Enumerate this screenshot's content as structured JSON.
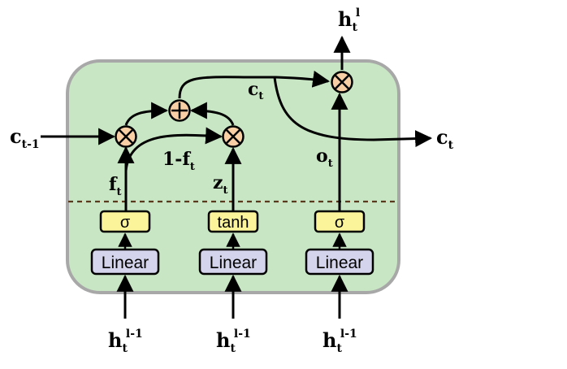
{
  "diagram": {
    "colors": {
      "cell_fill": "#c8e6c4",
      "cell_border": "#a8a8a8",
      "activation_fill": "#fbf49a",
      "linear_fill": "#d4d4ec",
      "operator_fill": "#f9cfa6",
      "line": "#000000",
      "dashed_divider": "#5a3a1e"
    },
    "blocks": {
      "linear_1": "Linear",
      "linear_2": "Linear",
      "linear_3": "Linear",
      "act_1": "σ",
      "act_2": "tanh",
      "act_3": "σ"
    },
    "operators": {
      "multiply_forget": "multiply-icon",
      "multiply_candidate": "multiply-icon",
      "add": "plus-icon",
      "multiply_output": "multiply-icon"
    },
    "labels": {
      "c_prev_base": "c",
      "c_prev_sub": "t-1",
      "c_out_base": "c",
      "c_out_sub": "t",
      "c_mid_base": "c",
      "c_mid_sub": "t",
      "f_base": "f",
      "f_sub": "t",
      "one_minus_f_base": "1-f",
      "one_minus_f_sub": "t",
      "z_base": "z",
      "z_sub": "t",
      "o_base": "o",
      "o_sub": "t",
      "h_out_base": "h",
      "h_out_sub": "t",
      "h_out_sup": "l",
      "h_in_1_base": "h",
      "h_in_1_sub": "t",
      "h_in_1_sup": "l-1",
      "h_in_2_base": "h",
      "h_in_2_sub": "t",
      "h_in_2_sup": "l-1",
      "h_in_3_base": "h",
      "h_in_3_sub": "t",
      "h_in_3_sup": "l-1"
    }
  }
}
